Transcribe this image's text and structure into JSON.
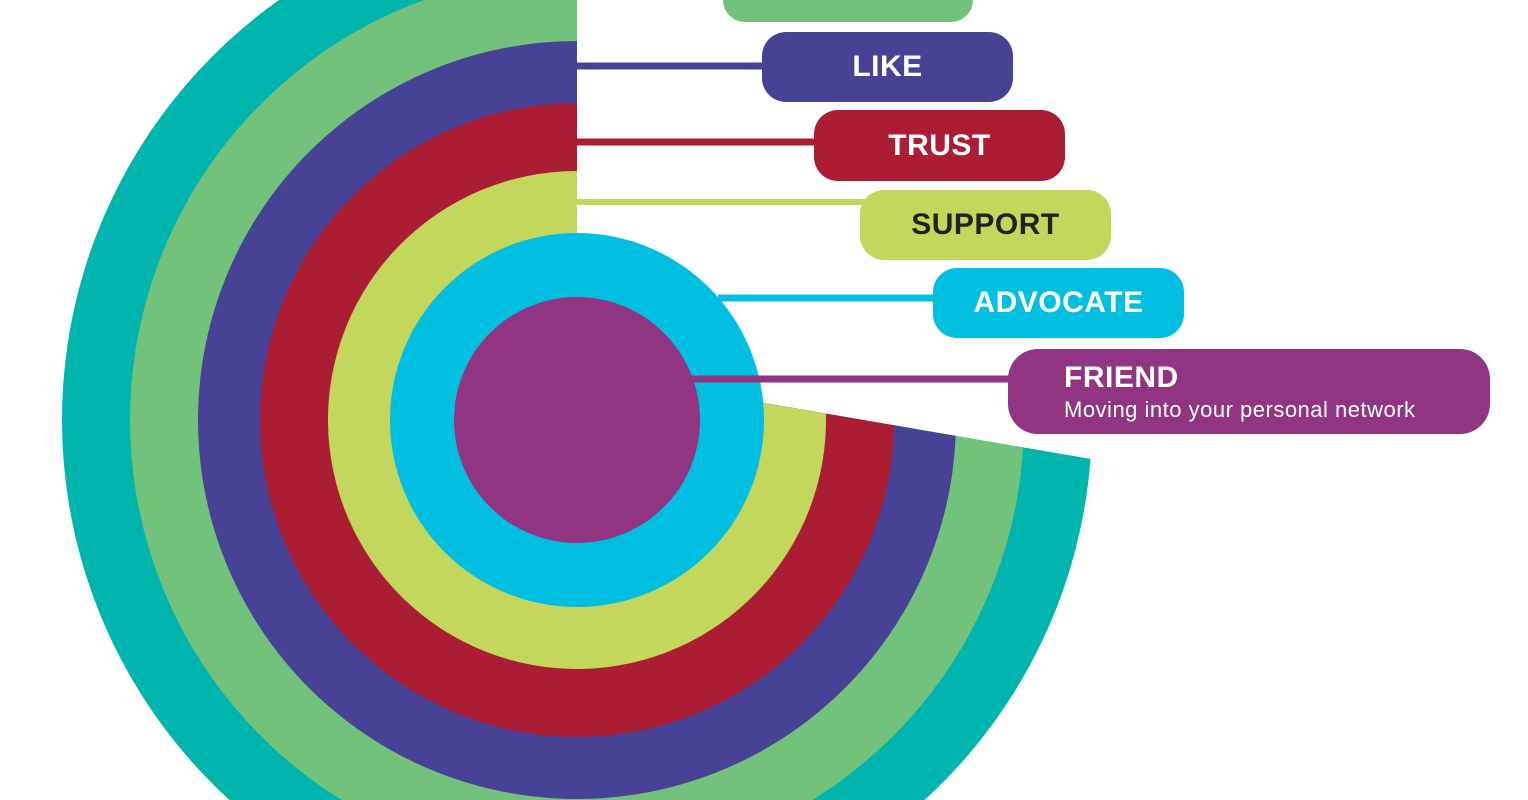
{
  "colors": {
    "teal": "#00b5ad",
    "green": "#72c27b",
    "blue": "#474295",
    "red": "#aa1d33",
    "lime": "#c2d75b",
    "cyan": "#00bfe0",
    "purple": "#913582"
  },
  "labels": {
    "like": "LIKE",
    "trust": "TRUST",
    "support": "SUPPORT",
    "advocate": "ADVOCATE",
    "friend": "FRIEND",
    "friend_sub": "Moving into your personal network"
  }
}
